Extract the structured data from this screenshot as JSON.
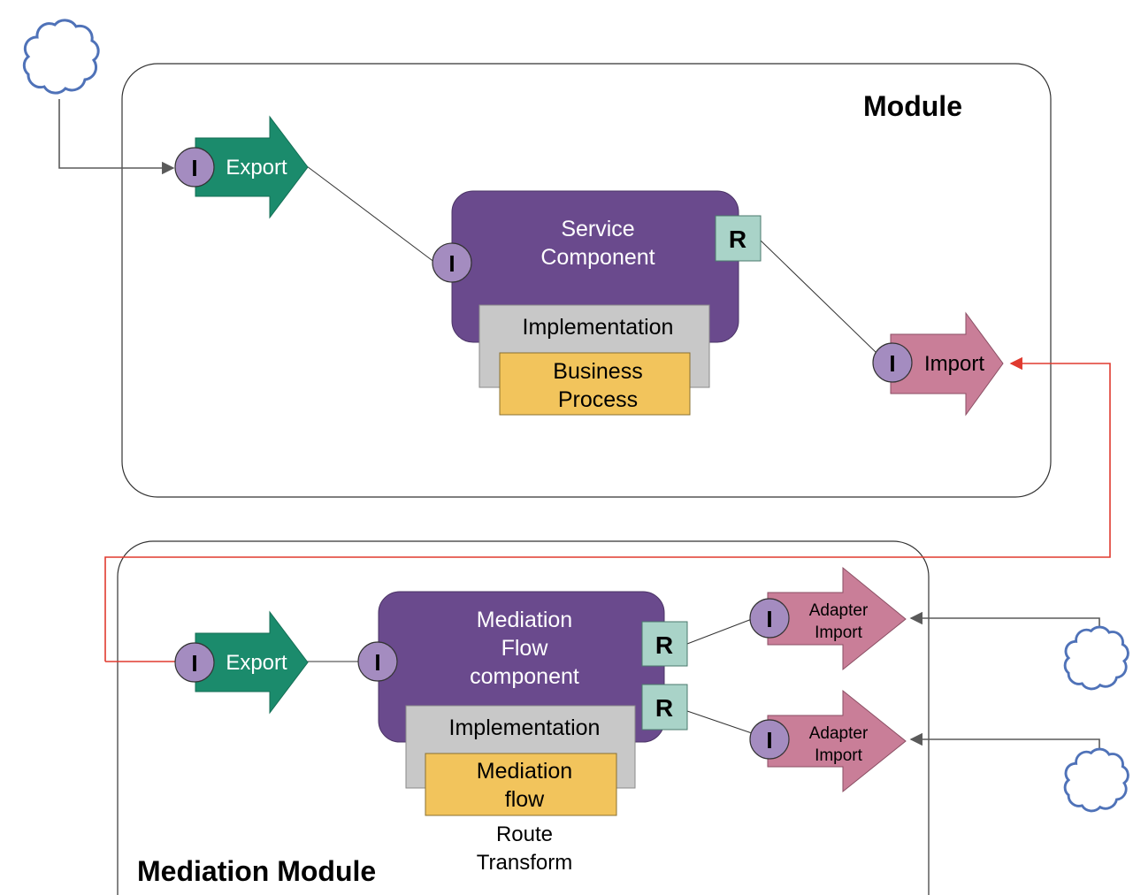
{
  "colors": {
    "export": "#1b8b6c",
    "import": "#c97e98",
    "component": "#6a4a8d",
    "implementation": "#c8c8c8",
    "inner_impl": "#f2c45c",
    "interface": "#a48cc0",
    "reference": "#a9d3c8",
    "cloud": "#4f72b8",
    "wire_red": "#e03a2f",
    "wire_gray": "#5a5a5a"
  },
  "interface_letter": "I",
  "reference_letter": "R",
  "module": {
    "title": "Module",
    "export_label": "Export",
    "component": {
      "line1": "Service",
      "line2": "Component",
      "implementation": "Implementation",
      "inner_line1": "Business",
      "inner_line2": "Process"
    },
    "import_label": "Import"
  },
  "mediation_module": {
    "title": "Mediation Module",
    "export_label": "Export",
    "component": {
      "line1": "Mediation",
      "line2": "Flow",
      "line3": "component",
      "implementation": "Implementation",
      "inner_line1": "Mediation",
      "inner_line2": "flow"
    },
    "caption_line1": "Route",
    "caption_line2": "Transform",
    "adapter_imports": [
      {
        "line1": "Adapter",
        "line2": "Import"
      },
      {
        "line1": "Adapter",
        "line2": "Import"
      }
    ]
  },
  "icons": {
    "cloud": "cloud-icon"
  }
}
